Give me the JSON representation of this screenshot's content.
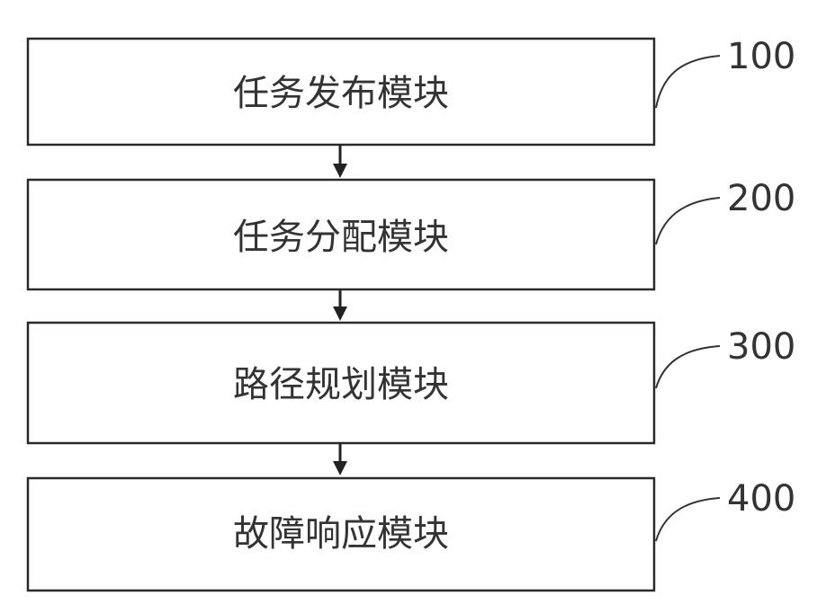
{
  "modules": [
    {
      "label": "任务发布模块",
      "ref": "100"
    },
    {
      "label": "任务分配模块",
      "ref": "200"
    },
    {
      "label": "路径规划模块",
      "ref": "300"
    },
    {
      "label": "故障响应模块",
      "ref": "400"
    }
  ],
  "flow_direction": "top-to-bottom",
  "colors": {
    "box_stroke": "#2a2a2a",
    "text": "#333333",
    "arrow": "#222222"
  }
}
